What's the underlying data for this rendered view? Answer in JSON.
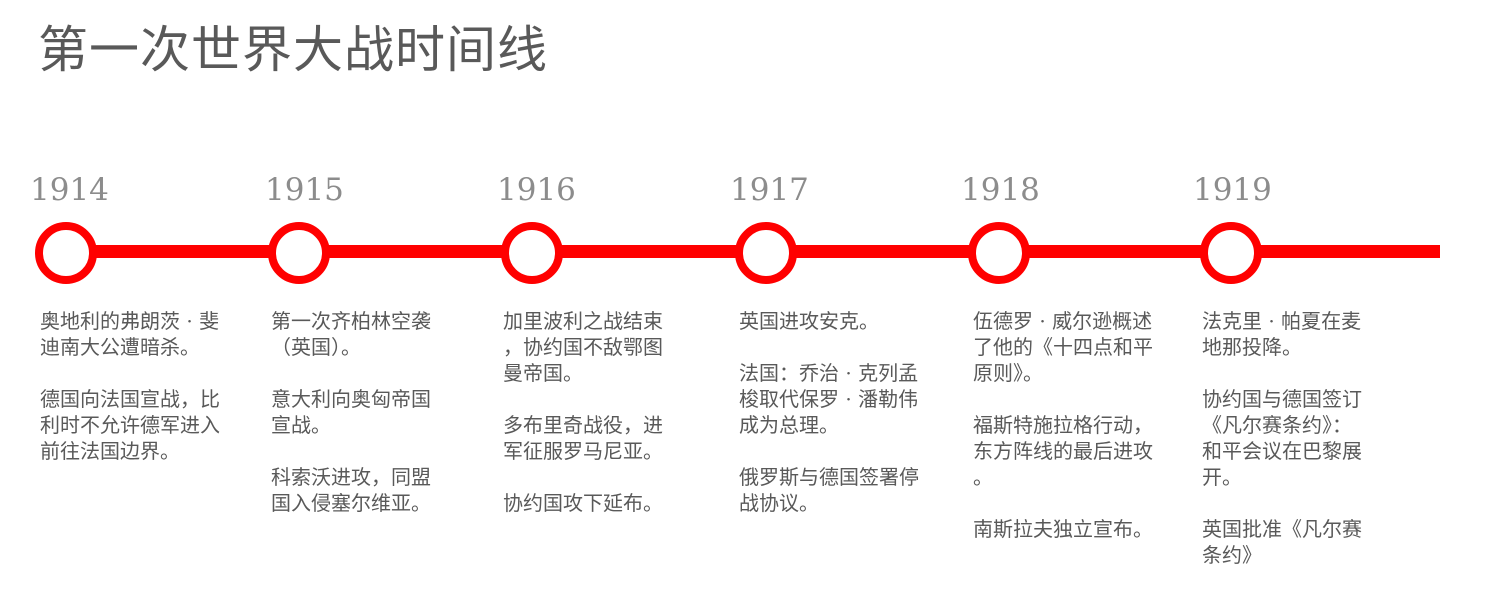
{
  "title": "第一次世界大战时间线",
  "colors": {
    "timeline": "#ff0000",
    "title_text": "#595959",
    "year_text": "#8c8c8c",
    "body_text": "#595959"
  },
  "timeline": [
    {
      "year": "1914",
      "events": [
        "奥地利的弗朗茨 · 斐\n迪南大公遭暗杀。",
        "德国向法国宣战，比\n利时不允许德军进入\n前往法国边界。"
      ]
    },
    {
      "year": "1915",
      "events": [
        "第一次齐柏林空袭\n（英国）。",
        "意大利向奥匈帝国\n宣战。",
        "科索沃进攻，同盟\n国入侵塞尔维亚。"
      ]
    },
    {
      "year": "1916",
      "events": [
        "加里波利之战结束\n，协约国不敌鄂图\n曼帝国。",
        "多布里奇战役，进\n军征服罗马尼亚。",
        "协约国攻下延布。"
      ]
    },
    {
      "year": "1917",
      "events": [
        "英国进攻安克。",
        "法国：乔治 · 克列孟\n梭取代保罗 · 潘勒伟\n成为总理。",
        "俄罗斯与德国签署停\n战协议。"
      ]
    },
    {
      "year": "1918",
      "events": [
        "伍德罗 · 威尔逊概述\n了他的《十四点和平\n原则》。",
        "福斯特施拉格行动，\n东方阵线的最后进攻\n。",
        "南斯拉夫独立宣布。"
      ]
    },
    {
      "year": "1919",
      "events": [
        "法克里 · 帕夏在麦\n地那投降。",
        "协约国与德国签订\n《凡尔赛条约》：\n和平会议在巴黎展\n开。",
        "英国批准《凡尔赛\n条约》"
      ]
    }
  ]
}
